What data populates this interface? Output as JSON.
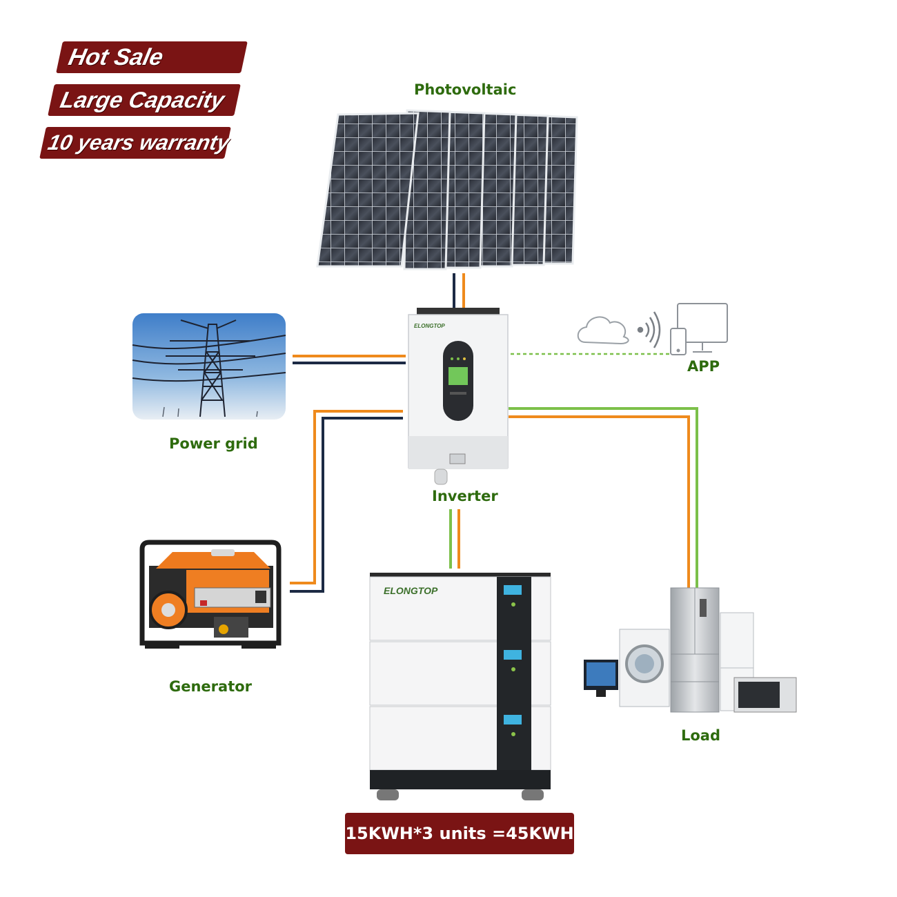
{
  "badges": [
    "Hot Sale",
    "Large Capacity",
    "10 years warranty"
  ],
  "nodes": {
    "photovoltaic": "Photovoltaic",
    "power_grid": "Power grid",
    "inverter": "Inverter",
    "app": "APP",
    "generator": "Generator",
    "load": "Load"
  },
  "brand": "ELONGTOP",
  "capacity_label": "15KWH*3 units =45KWH",
  "colors": {
    "badge": "#7a1414",
    "label_green": "#2e6b0e",
    "wire_orange": "#ef8a1c",
    "wire_navy": "#1c2a44",
    "wire_green": "#7cc04a"
  }
}
